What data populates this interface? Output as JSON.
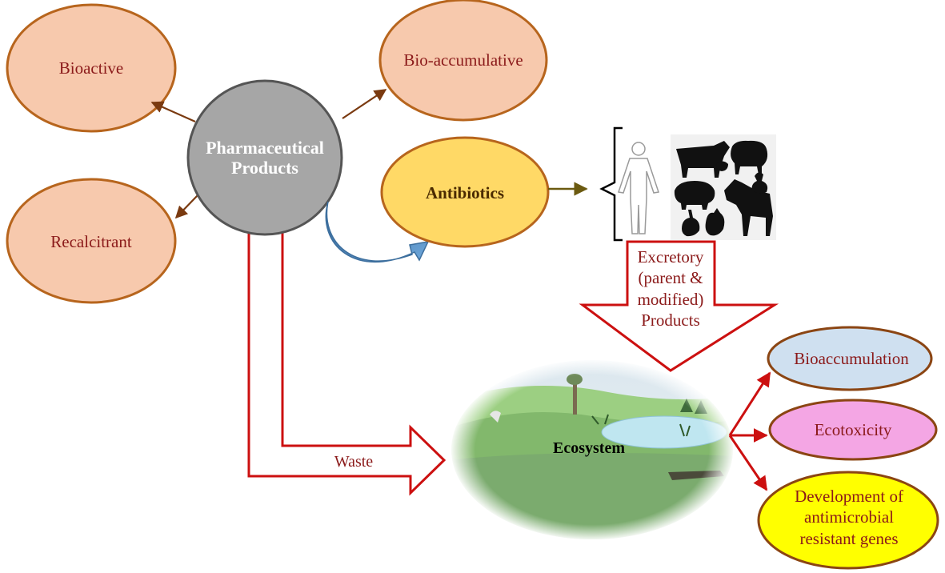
{
  "center": {
    "label": "Pharmaceutical Products"
  },
  "properties": [
    {
      "id": "bioactive",
      "label": "Bioactive"
    },
    {
      "id": "recalcitrant",
      "label": "Recalcitrant"
    },
    {
      "id": "bioaccumulative",
      "label": "Bio-accumulative"
    }
  ],
  "antibiotics": {
    "label": "Antibiotics"
  },
  "hosts": {
    "icons": [
      "human-silhouette-icon",
      "cow-icon",
      "sheep-icon",
      "pig-icon",
      "horse-icon",
      "chicken-icon",
      "rabbit-icon",
      "duck-icon"
    ]
  },
  "excretory": {
    "line1": "Excretory",
    "line2": "(parent &",
    "line3": "modified)",
    "line4": "Products"
  },
  "waste": {
    "label": "Waste"
  },
  "ecosystem": {
    "label": "Ecosystem"
  },
  "effects": [
    {
      "id": "bioaccumulation",
      "label": "Bioaccumulation",
      "color": "#cfe0f0"
    },
    {
      "id": "ecotoxicity",
      "label": "Ecotoxicity",
      "color": "#f4a6e4"
    },
    {
      "id": "amr",
      "line1": "Development of",
      "line2": "antimicrobial",
      "line3": "resistant genes",
      "color": "#ffff00"
    }
  ],
  "colors": {
    "oval_fill": "#f7c9ad",
    "oval_stroke": "#b7651d",
    "center_fill": "#a6a6a6",
    "antibiotics_fill": "#ffd966",
    "red_arrow": "#cc1010",
    "brown_arrow": "#7a3a10"
  }
}
